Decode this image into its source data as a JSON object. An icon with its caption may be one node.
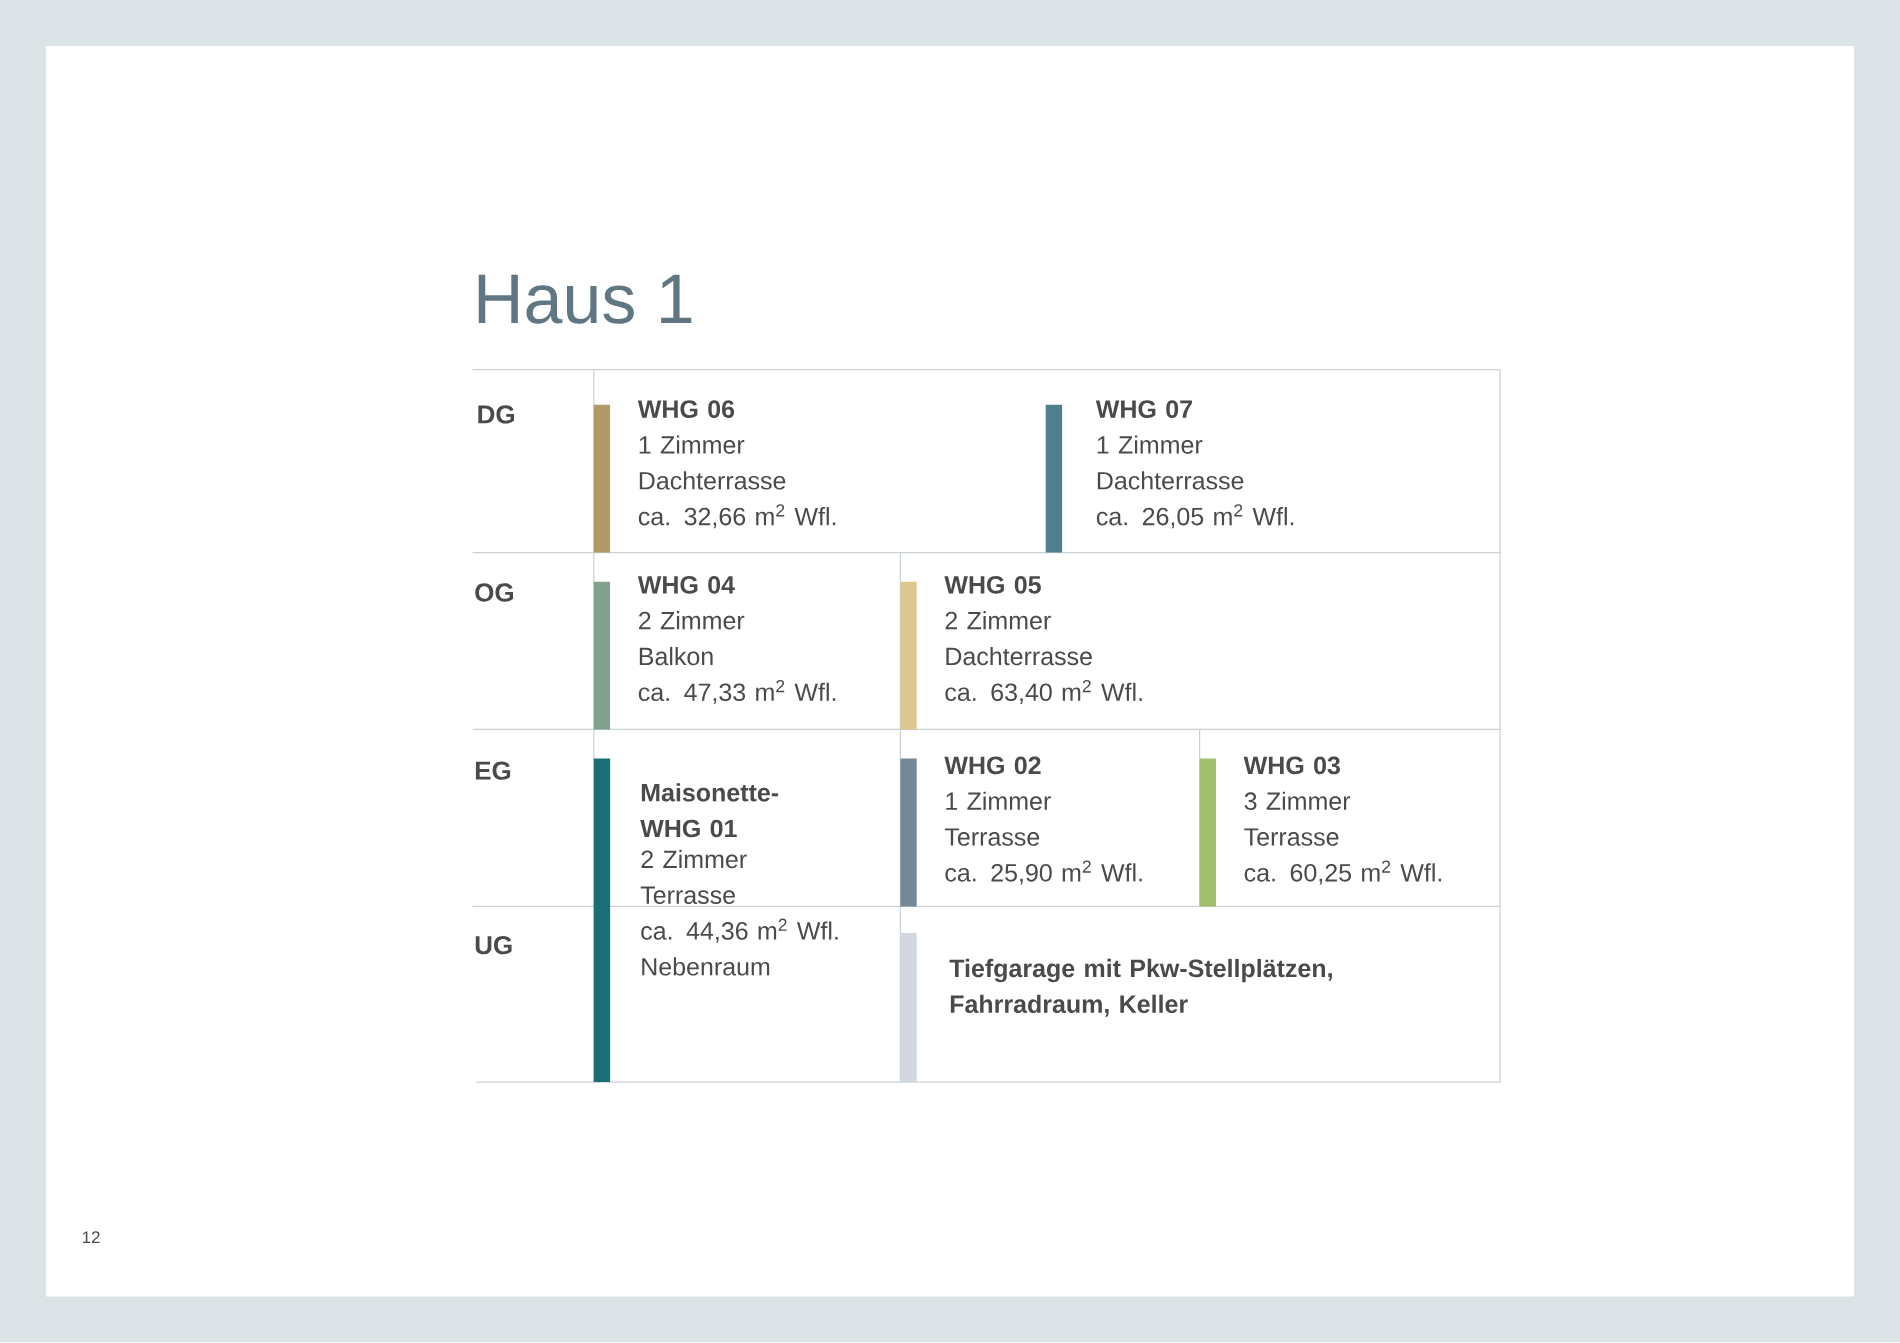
{
  "diagram": {
    "title": "Haus 1",
    "nodes": [
      {
        "text": [
          "WHG 06",
          "1 Zimmer",
          "Dachterrasse",
          "ca. 32,66 m$^{2}$ Wfl."
        ]
      },
      {
        "text": [
          "WHG 07",
          "1 Zimmer",
          "Dachterrasse",
          "ca. 26,05 m$^{2}$ Wfl."
        ]
      },
      {
        "text": [
          "WHG 04",
          "2 Zimmer",
          "Balkon",
          "ca. 47,33 m$^{2}$ Wfl."
        ]
      },
      {
        "text": [
          "WHG 05",
          "2 Zimmer",
          "Dachterrasse",
          "ca. 63,40 m$^{2}$ Wfl."
        ]
      },
      {
        "text": [
          "Maisonette-WHG 01",
          "2 Zimmer",
          "Terrasse",
          "ca. 44,36 m$^{2}$ Wfl.",
          "Nebenraum"
        ]
      },
      {
        "text": [
          "WHG 02",
          "1 Zimmer",
          "Terrasse",
          "ca. 25,90 m$^{2}$ Wfl."
        ]
      },
      {
        "text": [
          "WHG 03",
          "3 Zimmer",
          "Terrasse",
          "ca. 60,25 m$^{2}$ Wfl."
        ]
      },
      {
        "text": [
          "Tiefgarage mit Pkw-Stellplätzen, Fahrradraum, Keller"
        ]
      }
    ],
    "labels": [
      "DG",
      "OG",
      "EG",
      "UG",
      "12"
    ]
  }
}
